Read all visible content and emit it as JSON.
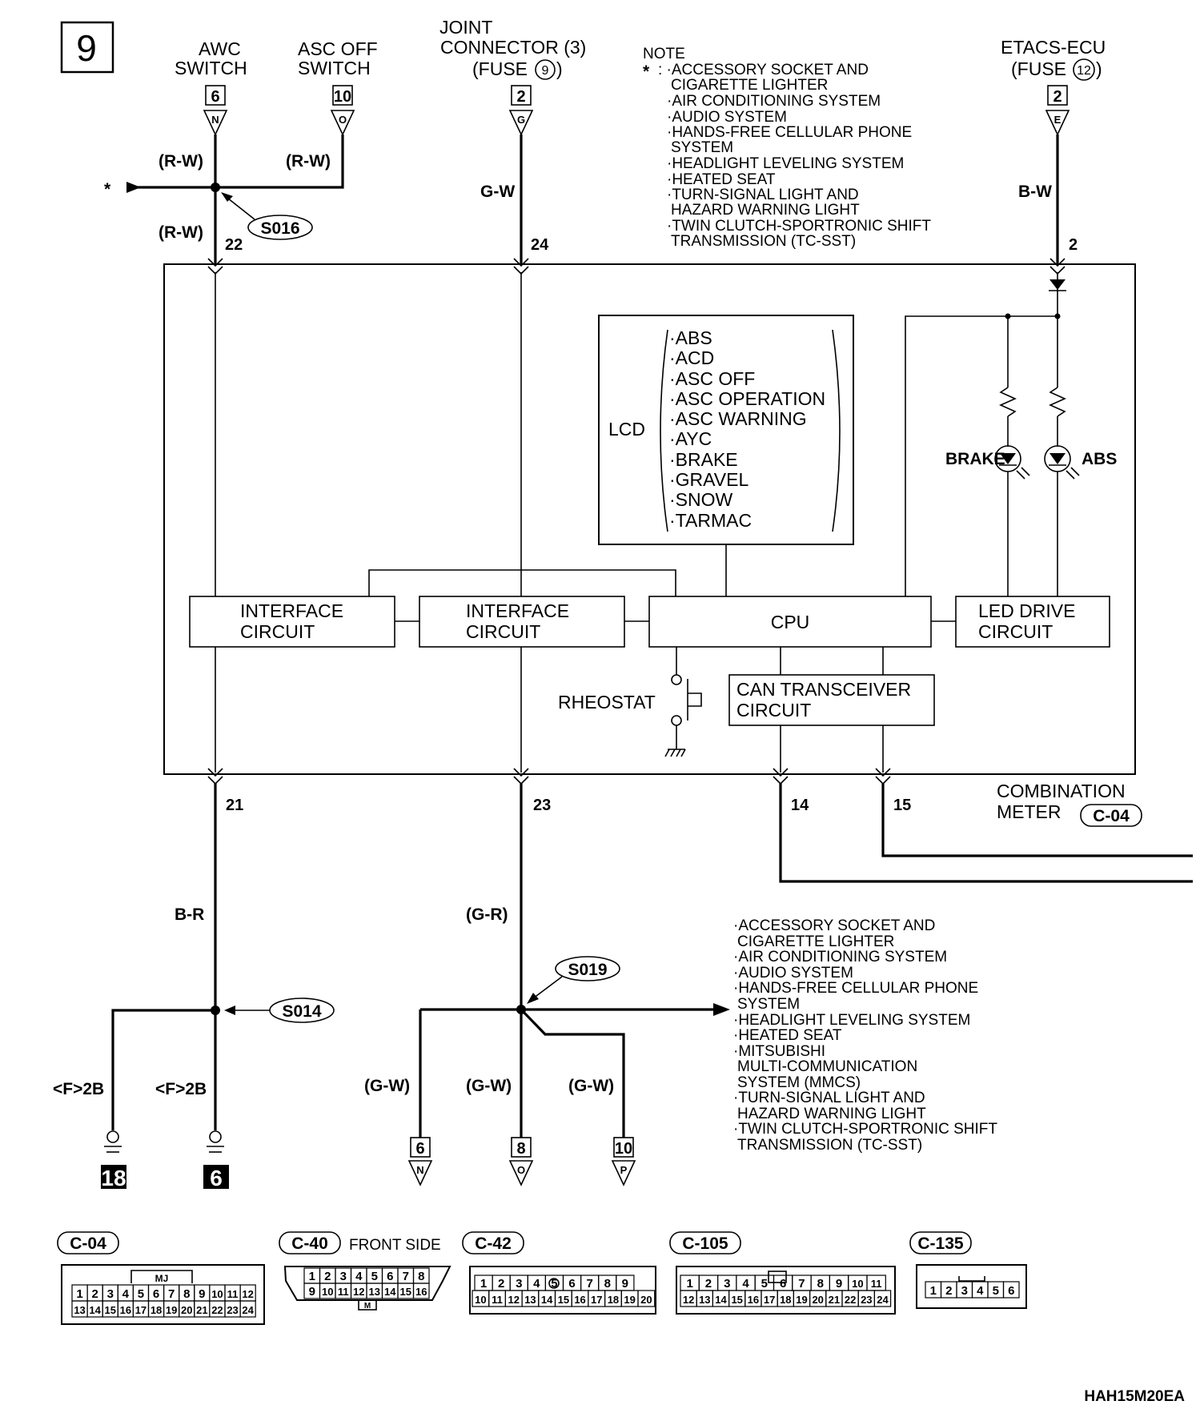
{
  "page_number": "9",
  "drawing_code": "HAH15M20EA",
  "top_connectors": {
    "awc_switch": {
      "line1": "AWC",
      "line2": "SWITCH",
      "pin": "6",
      "tag": "N",
      "wire": "(R-W)"
    },
    "asc_off_switch": {
      "line1": "ASC OFF",
      "line2": "SWITCH",
      "pin": "10",
      "tag": "O",
      "wire": "(R-W)"
    },
    "joint_connector": {
      "line1": "JOINT",
      "line2": "CONNECTOR (3)",
      "line3": "(FUSE",
      "fuse": "9",
      "close": ")",
      "pin": "2",
      "tag": "G",
      "wire": "G-W"
    },
    "etacs_ecu": {
      "line1": "ETACS-ECU",
      "line2": "(FUSE",
      "fuse": "12",
      "close": ")",
      "pin": "2",
      "tag": "E",
      "wire": "B-W"
    }
  },
  "star": "*",
  "splices": {
    "s016": "S016",
    "s014": "S014",
    "s019": "S019"
  },
  "wires": {
    "rw_lower": "(R-W)",
    "br": "B-R",
    "gr": "(G-R)",
    "gw1": "(G-W)",
    "gw2": "(G-W)",
    "gw3": "(G-W)"
  },
  "pins": {
    "p22": "22",
    "p24": "24",
    "p2": "2",
    "p21": "21",
    "p23": "23",
    "p14": "14",
    "p15": "15"
  },
  "note": {
    "title": "NOTE",
    "star": "*",
    "lines": [
      ": ·ACCESSORY SOCKET AND",
      "CIGARETTE LIGHTER",
      "·AIR CONDITIONING SYSTEM",
      "·AUDIO SYSTEM",
      "·HANDS-FREE CELLULAR PHONE",
      "SYSTEM",
      "·HEADLIGHT LEVELING SYSTEM",
      "·HEATED SEAT",
      "·TURN-SIGNAL LIGHT AND",
      "HAZARD WARNING LIGHT",
      "·TWIN CLUTCH-SPORTRONIC SHIFT",
      "TRANSMISSION (TC-SST)"
    ]
  },
  "lcd": {
    "label": "LCD",
    "items": [
      "·ABS",
      "·ACD",
      "·ASC OFF",
      "·ASC OPERATION",
      "·ASC WARNING",
      "·AYC",
      "·BRAKE",
      "·GRAVEL",
      "·SNOW",
      "·TARMAC"
    ]
  },
  "blocks": {
    "interface1": {
      "line1": "INTERFACE",
      "line2": "CIRCUIT"
    },
    "interface2": {
      "line1": "INTERFACE",
      "line2": "CIRCUIT"
    },
    "cpu": "CPU",
    "led_drive": {
      "line1": "LED DRIVE",
      "line2": "CIRCUIT"
    },
    "can": {
      "line1": "CAN TRANSCEIVER",
      "line2": "CIRCUIT"
    },
    "rheostat": "RHEOSTAT",
    "brake_led": "BRAKE",
    "abs_led": "ABS"
  },
  "combination_meter": {
    "line1": "COMBINATION",
    "line2": "METER",
    "connector": "C-04"
  },
  "grounds": {
    "g1": {
      "label": "<F>2B",
      "num": "18"
    },
    "g2": {
      "label": "<F>2B",
      "num": "6"
    }
  },
  "bottom_connectors": [
    {
      "pin": "6",
      "tag": "N"
    },
    {
      "pin": "8",
      "tag": "O"
    },
    {
      "pin": "10",
      "tag": "P"
    }
  ],
  "right_list": [
    "·ACCESSORY SOCKET AND",
    "CIGARETTE LIGHTER",
    "·AIR CONDITIONING SYSTEM",
    "·AUDIO SYSTEM",
    "·HANDS-FREE CELLULAR PHONE",
    "SYSTEM",
    "·HEADLIGHT LEVELING SYSTEM",
    "·HEATED SEAT",
    "·MITSUBISHI",
    "MULTI-COMMUNICATION",
    "SYSTEM (MMCS)",
    "·TURN-SIGNAL LIGHT AND",
    "HAZARD WARNING LIGHT",
    "·TWIN CLUTCH-SPORTRONIC SHIFT",
    "TRANSMISSION (TC-SST)"
  ],
  "connector_views": {
    "c04": {
      "label": "C-04",
      "key": "MJ",
      "row1": [
        "1",
        "2",
        "3",
        "4",
        "5",
        "6",
        "7",
        "8",
        "9",
        "10",
        "11",
        "12"
      ],
      "row2": [
        "13",
        "14",
        "15",
        "16",
        "17",
        "18",
        "19",
        "20",
        "21",
        "22",
        "23",
        "24"
      ]
    },
    "c40": {
      "label": "C-40",
      "side": "FRONT SIDE",
      "key": "M",
      "row1": [
        "1",
        "2",
        "3",
        "4",
        "5",
        "6",
        "7",
        "8"
      ],
      "row2": [
        "9",
        "10",
        "11",
        "12",
        "13",
        "14",
        "15",
        "16"
      ]
    },
    "c42": {
      "label": "C-42",
      "row1": [
        "1",
        "2",
        "3",
        "4",
        "5",
        "6",
        "7",
        "8",
        "9"
      ],
      "row2": [
        "10",
        "11",
        "12",
        "13",
        "14",
        "15",
        "16",
        "17",
        "18",
        "19",
        "20"
      ]
    },
    "c105": {
      "label": "C-105",
      "row1": [
        "1",
        "2",
        "3",
        "4",
        "5",
        "6",
        "7",
        "8",
        "9",
        "10",
        "11"
      ],
      "row2": [
        "12",
        "13",
        "14",
        "15",
        "16",
        "17",
        "18",
        "19",
        "20",
        "21",
        "22",
        "23",
        "24"
      ]
    },
    "c135": {
      "label": "C-135",
      "row1": [
        "1",
        "2",
        "3",
        "4",
        "5",
        "6"
      ]
    }
  }
}
